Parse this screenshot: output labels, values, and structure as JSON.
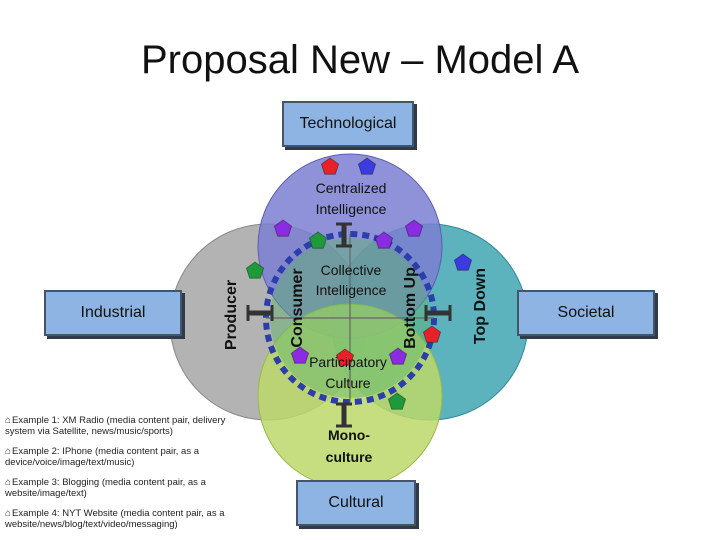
{
  "slide": {
    "title": "Proposal New – Model A"
  },
  "boxes": {
    "technological": "Technological",
    "industrial": "Industrial",
    "societal": "Societal",
    "cultural": "Cultural"
  },
  "circles": {
    "top": {
      "label_line1": "Centralized",
      "label_line2": "Intelligence",
      "color": "#7b7fd1"
    },
    "center": {
      "label_line1": "Collective",
      "label_line2": "Intelligence"
    },
    "bottom": {
      "label_line1": "Participatory",
      "label_line2": "Culture",
      "color": "#bcd86a"
    },
    "right": {
      "color": "#3fa6b3"
    },
    "left": {
      "color": "#a6a6a6"
    }
  },
  "axis_labels": {
    "producer": "Producer",
    "consumer": "Consumer",
    "bottom_up": "Bottom Up",
    "top_down": "Top Down",
    "mono_line1": "Mono-",
    "mono_line2": "culture"
  },
  "examples": [
    "Example 1:  XM Radio (media content pair, delivery system via Satellite, news/music/sports)",
    "Example 2: IPhone (media content pair, as a device/voice/image/text/music)",
    "Example 3: Blogging (media content pair, as a website/image/text)",
    "Example 4: NYT Website (media content pair, as a website/news/blog/text/video/messaging)"
  ],
  "pentagon_colors": {
    "red": "#e8202a",
    "blue": "#3b3be0",
    "green": "#1f9a3a",
    "purple": "#8b2be2"
  }
}
